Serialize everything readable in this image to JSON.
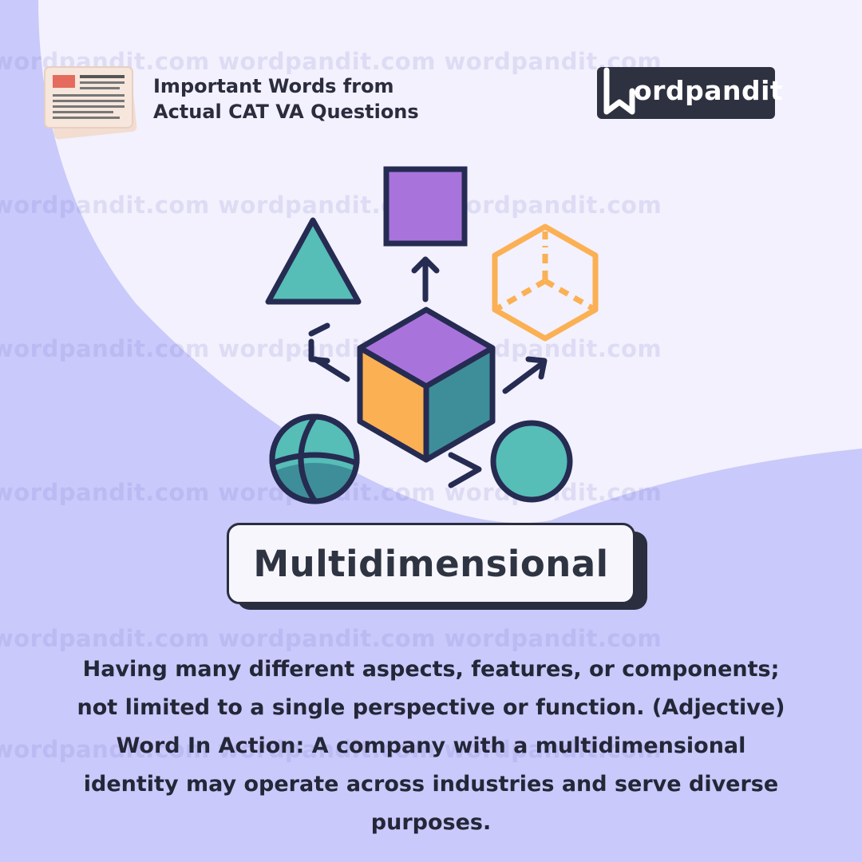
{
  "colors": {
    "background_lavender": "#c9c9fb",
    "background_light": "#f2f1fd",
    "navy_outline": "#262b52",
    "purple": "#a874dc",
    "teal": "#56bdb7",
    "dark_teal": "#3d8e99",
    "orange": "#fbb053",
    "logo_bg": "#2e3240"
  },
  "watermark": {
    "text": "wordpandit.com wordpandit.com wordpandit.com"
  },
  "header": {
    "icon": "newspaper-icon",
    "title_line1": "Important Words from",
    "title_line2": "Actual CAT VA Questions"
  },
  "logo": {
    "icon": "w-bookmark-logo-icon",
    "text": "ordpandit"
  },
  "illustration": {
    "shapes": [
      "triangle-icon",
      "square-icon",
      "wireframe-cube-icon",
      "cube-icon",
      "sphere-icon",
      "circle-icon",
      "arrow-icons"
    ]
  },
  "word": {
    "text": "Multidimensional"
  },
  "definition": {
    "line1": "Having many different aspects, features, or components;",
    "line2": "not limited to a single perspective or function. (Adjective)",
    "line3": "Word In Action: A company with a multidimensional",
    "line4": "identity may operate across industries and serve diverse",
    "line5": "purposes."
  }
}
